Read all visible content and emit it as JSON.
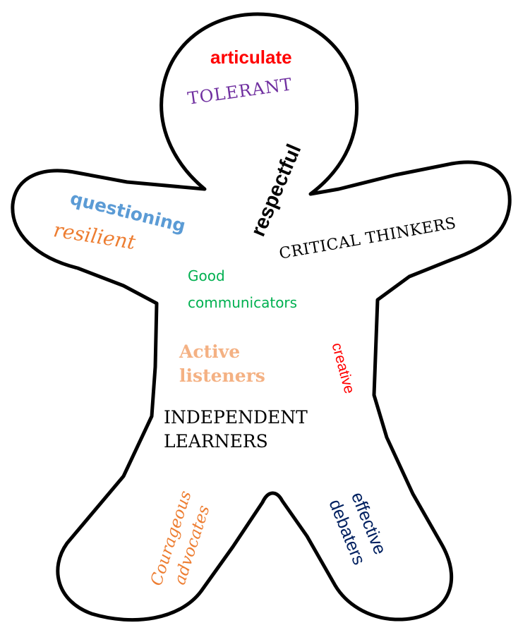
{
  "colors": {
    "outline": "#000000",
    "fill": "#ffffff",
    "articulate": "#ff0000",
    "tolerant": "#7030a0",
    "respectful": "#000000",
    "questioning": "#5b9bd5",
    "resilient": "#ed7d31",
    "critical": "#000000",
    "good": "#00b050",
    "active": "#f4b183",
    "creative": "#ff0000",
    "independent": "#000000",
    "courageous": "#ed7d31",
    "effective": "#002060"
  },
  "figure": {
    "shape": "gingerbread-person-outline"
  },
  "words": {
    "articulate": "articulate",
    "tolerant": "TOLERANT",
    "respectful": "respectful",
    "questioning": "questioning",
    "resilient": "resilient",
    "critical": "CRITICAL THINKERS",
    "good": [
      "Good",
      "communicators"
    ],
    "active": [
      "Active",
      "listeners"
    ],
    "creative": "creative",
    "independent": [
      "INDEPENDENT",
      "LEARNERS"
    ],
    "courageous": [
      "Courageous",
      "advocates"
    ],
    "effective": [
      "effective",
      "debaters"
    ]
  }
}
